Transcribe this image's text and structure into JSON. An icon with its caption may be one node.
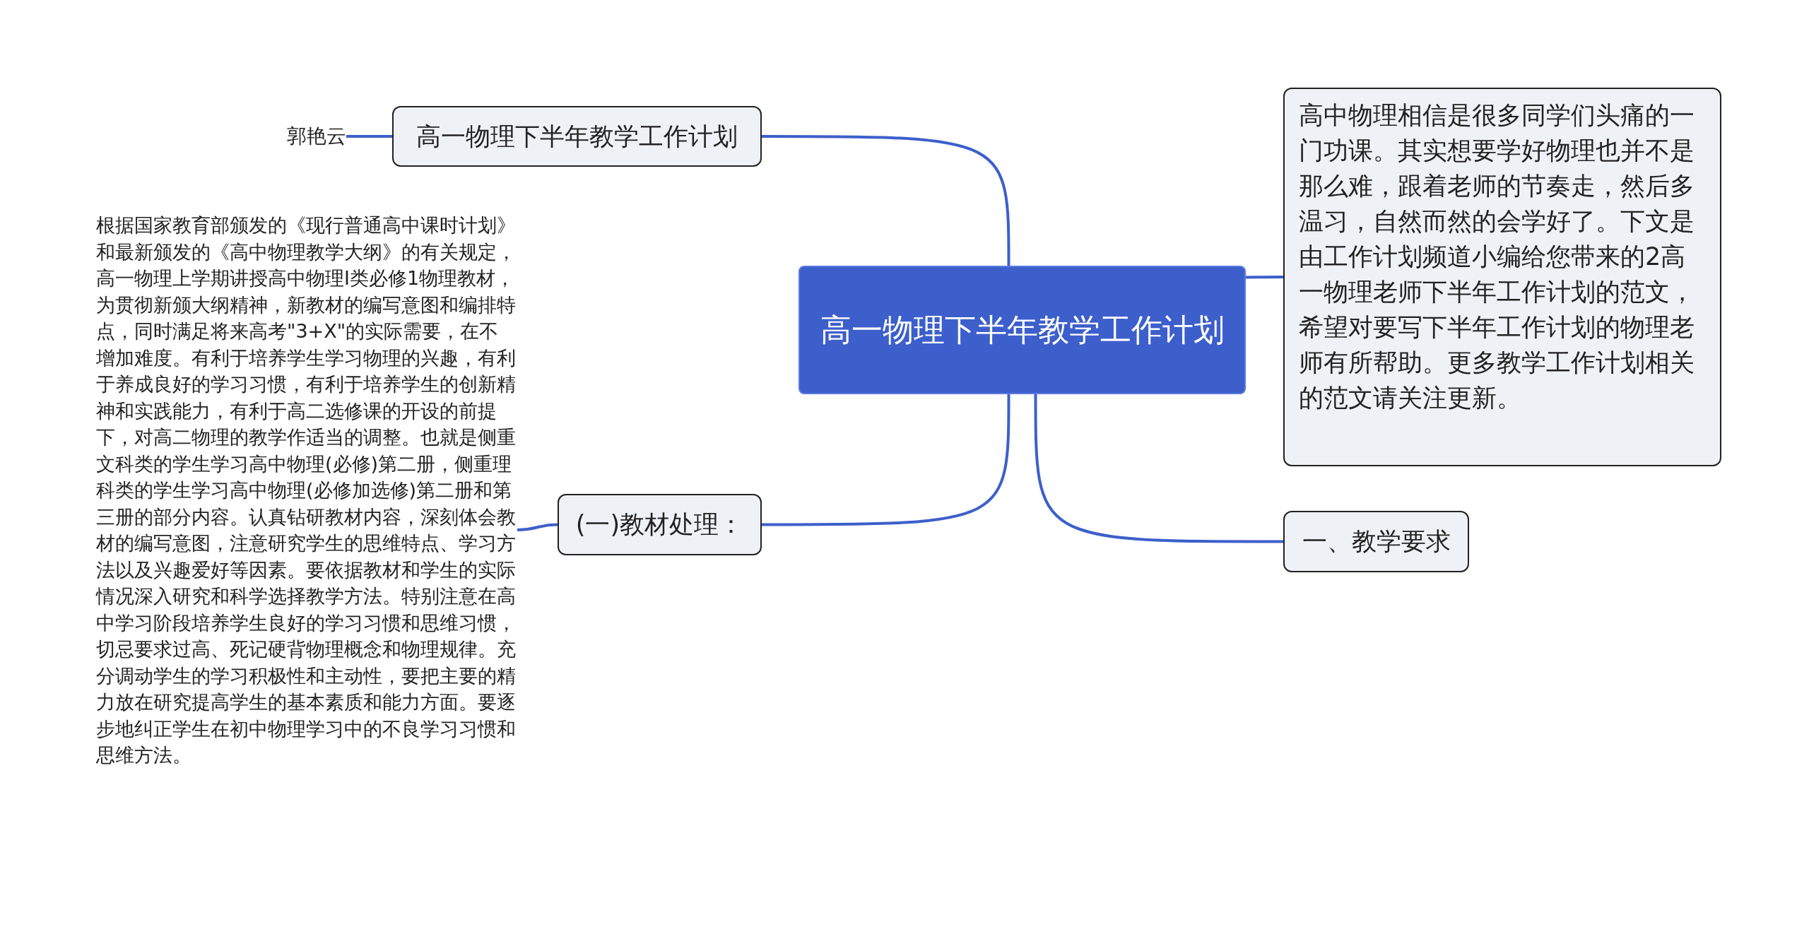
{
  "diagram": {
    "nodes": [
      {
        "text": [
          "高一物理下半年教学工作计划"
        ]
      },
      {
        "text": [
          "高一物理下半年教学工作计划"
        ]
      },
      {
        "text": [
          "郭艳云"
        ]
      },
      {
        "text": [
          "高中物理相信是很多同学们头痛的一门功课。其实想要学好物理也并不是那么难，跟着老师的节奏走，然后多温习，自然而然的会学好了。下文是由工作计划频道小编给您带来的2高一物理老师下半年工作计划的范文，希望对要写下半年工作计划的物理老师有所帮助。更多教学工作计划相关的范文请关注更新。"
        ]
      },
      {
        "text": [
          "(一)教材处理："
        ]
      },
      {
        "text": [
          "根据国家教育部颁发的《现行普通高中课时计划》和最新颁发的《高中物理教学大纲》的有关规定，高一物理上学期讲授高中物理Ⅰ类必修1物理教材，为贯彻新颁大纲精神，新教材的编写意图和编排特点，同时满足将来高考\"3+X\"的实际需要，在不增加难度。有利于培养学生学习物理的兴趣，有利于养成良好的学习习惯，有利于培养学生的创新精神和实践能力，有利于高二选修课的开设的前提下，对高二物理的教学作适当的调整。也就是侧重文科类的学生学习高中物理(必修)第二册，侧重理科类的学生学习高中物理(必修加选修)第二册和第三册的部分内容。认真钻研教材内容，深刻体会教材的编写意图，注意研究学生的思维特点、学习方法以及兴趣爱好等因素。要依据教材和学生的实际情况深入研究和科学选择教学方法。特别注意在高中学习阶段培养学生良好的学习习惯和思维习惯，切忌要求过高、死记硬背物理概念和物理规律。充分调动学生的学习积极性和主动性，要把主要的精力放在研究提高学生的基本素质和能力方面。要逐步地纠正学生在初中物理学习中的不良学习习惯和思维方法。"
        ]
      },
      {
        "text": [
          "一、教学要求"
        ]
      }
    ],
    "edges": [
      {
        "from": 0,
        "to": 1,
        "arrow": "none"
      },
      {
        "from": 1,
        "to": 2,
        "arrow": "none"
      },
      {
        "from": 0,
        "to": 3,
        "arrow": "none"
      },
      {
        "from": 0,
        "to": 4,
        "arrow": "none"
      },
      {
        "from": 4,
        "to": 5,
        "arrow": "none"
      },
      {
        "from": 0,
        "to": 6,
        "arrow": "none"
      }
    ]
  }
}
